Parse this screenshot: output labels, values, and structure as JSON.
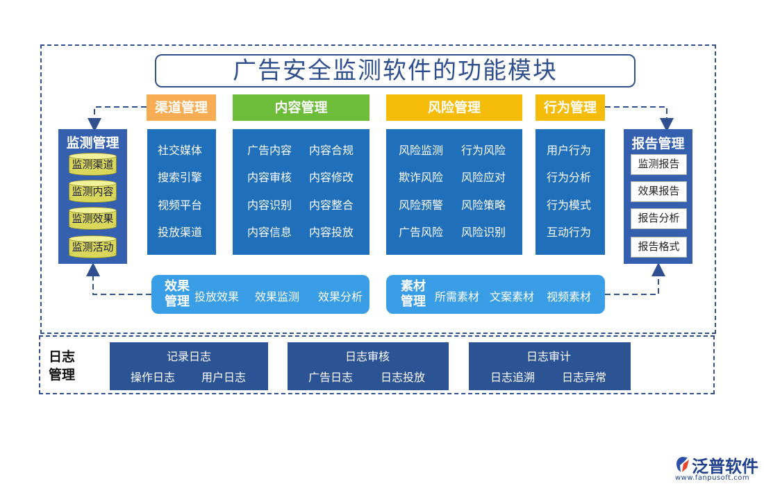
{
  "title": "广告安全监测软件的功能模块",
  "colors": {
    "border": "#2f4f8f",
    "channel_header": "#f8ad55",
    "content_header": "#6dbd3b",
    "risk_header": "#f5bd0a",
    "behavior_header": "#f5bd0a",
    "panel": "#1f6fba",
    "side": "#3560b0",
    "pill": "#3a9ee6",
    "log": "#2c5494"
  },
  "monitor": {
    "title": "监测管理",
    "items": [
      "监测渠道",
      "监测内容",
      "监测效果",
      "监测活动"
    ]
  },
  "channel": {
    "title": "渠道管理",
    "items": [
      "社交媒体",
      "搜索引擎",
      "视频平台",
      "投放渠道"
    ]
  },
  "content": {
    "title": "内容管理",
    "left": [
      "广告内容",
      "内容审核",
      "内容识别",
      "内容信息"
    ],
    "right": [
      "内容合规",
      "内容修改",
      "内容整合",
      "内容投放"
    ]
  },
  "risk": {
    "title": "风险管理",
    "left": [
      "风险监测",
      "欺诈风险",
      "风险预警",
      "广告风险"
    ],
    "right": [
      "行为风险",
      "风险应对",
      "风险策略",
      "风险识别"
    ]
  },
  "behavior": {
    "title": "行为管理",
    "items": [
      "用户行为",
      "行为分析",
      "行为模式",
      "互动行为"
    ]
  },
  "report": {
    "title": "报告管理",
    "items": [
      "监测报告",
      "效果报告",
      "报告分析",
      "报告格式"
    ]
  },
  "effect": {
    "title_line1": "效果",
    "title_line2": "管理",
    "items": [
      "投放效果",
      "效果监测",
      "效果分析"
    ]
  },
  "material": {
    "title_line1": "素材",
    "title_line2": "管理",
    "items": [
      "所需素材",
      "文案素材",
      "视频素材"
    ]
  },
  "log": {
    "label_line1": "日志",
    "label_line2": "管理",
    "groups": [
      {
        "title": "记录日志",
        "items": [
          "操作日志",
          "用户日志"
        ]
      },
      {
        "title": "日志审核",
        "items": [
          "广告日志",
          "日志投放"
        ]
      },
      {
        "title": "日志审计",
        "items": [
          "日志追溯",
          "日志异常"
        ]
      }
    ]
  },
  "logo": {
    "icon": "fanpu-logo-icon",
    "name": "泛普软件",
    "url": "www.fanpusoft.com"
  }
}
